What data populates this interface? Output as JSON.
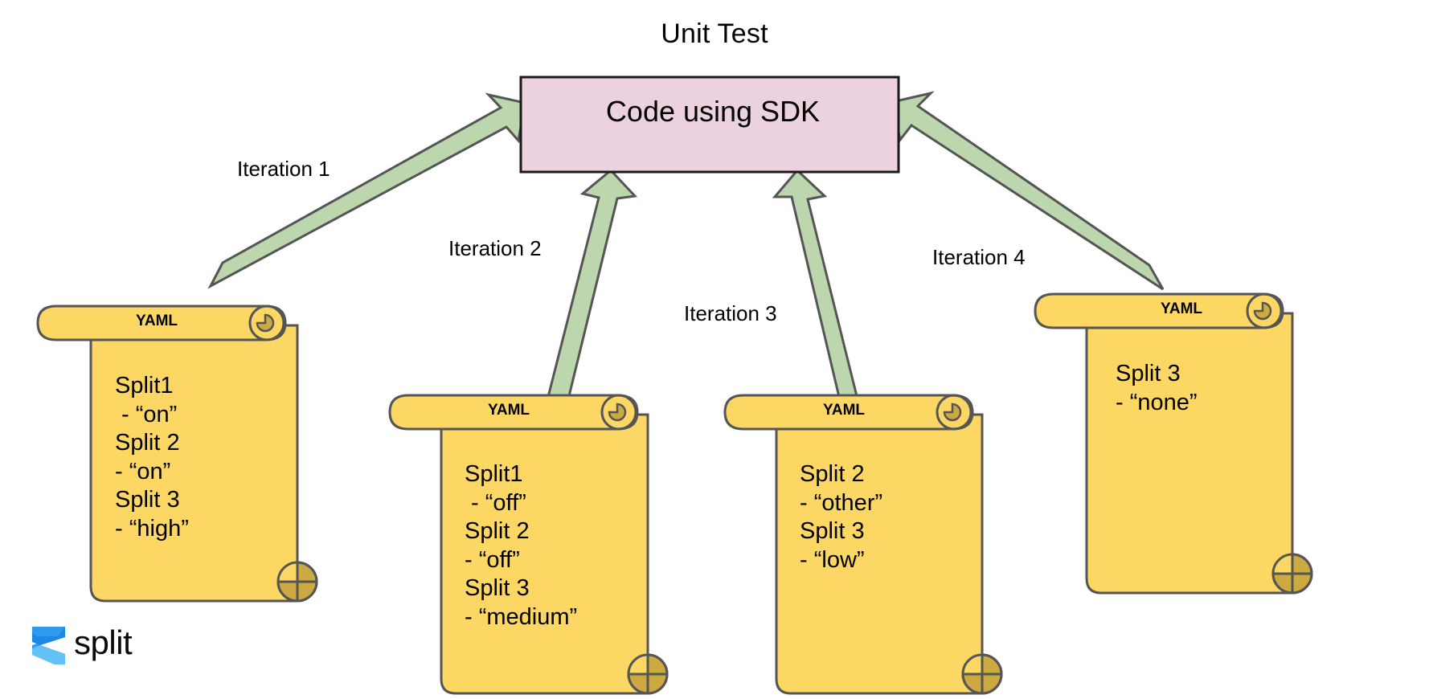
{
  "diagram": {
    "title": "Unit Test",
    "central_node": {
      "label": "Code using SDK",
      "fill": "#ecd2de",
      "stroke": "#1a1a1a"
    },
    "arrows": {
      "fill": "#bcd7ae",
      "stroke": "#555555",
      "labels": [
        "Iteration 1",
        "Iteration 2",
        "Iteration 3",
        "Iteration 4"
      ]
    },
    "documents": [
      {
        "title": "YAML",
        "fill": "#fdd763",
        "curl_fill": "#cda941",
        "stroke": "#555555",
        "lines": [
          "Split1",
          " - “on”",
          "Split 2",
          "- “on”",
          "Split 3",
          "- “high”"
        ]
      },
      {
        "title": "YAML",
        "fill": "#fdd763",
        "curl_fill": "#cda941",
        "stroke": "#555555",
        "lines": [
          "Split1",
          " - “off”",
          "Split 2",
          "- “off”",
          "Split 3",
          "- “medium”"
        ]
      },
      {
        "title": "YAML",
        "fill": "#fdd763",
        "curl_fill": "#cda941",
        "stroke": "#555555",
        "lines": [
          "Split 2",
          "- “other”",
          "Split 3",
          "- “low”"
        ]
      },
      {
        "title": "YAML",
        "fill": "#fdd763",
        "curl_fill": "#cda941",
        "stroke": "#555555",
        "lines": [
          "Split 3",
          "- “none”"
        ]
      }
    ]
  },
  "branding": {
    "logo_text": "split",
    "logo_color_dark": "#1e88e5",
    "logo_color_mid": "#2e9bf0",
    "logo_color_light": "#63c2f5"
  }
}
